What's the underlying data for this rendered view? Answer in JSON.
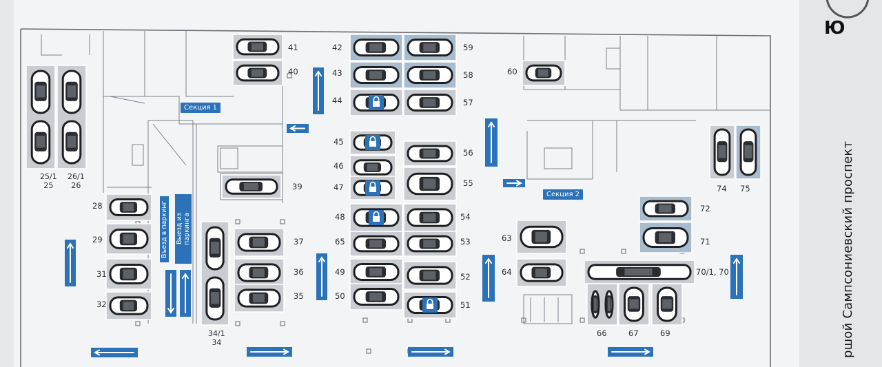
{
  "compass_label": "Ю",
  "street_label": "ршой Сампсониевский проспект",
  "sections": [
    {
      "id": "s1",
      "label": "Секция 1"
    },
    {
      "id": "s2",
      "label": "Секция 2"
    }
  ],
  "exit_sign": "Выезд из паркинга",
  "entry_sign": "Въезд в паркинг",
  "colors": {
    "accent": "#2c72b8",
    "slot_gray": "#c9ccd1",
    "slot_blue": "#a9bccd",
    "wall": "#6b6f75"
  },
  "spots": [
    {
      "label": "41",
      "locked": false
    },
    {
      "label": "40",
      "locked": false
    },
    {
      "label": "42",
      "locked": false
    },
    {
      "label": "43",
      "locked": false
    },
    {
      "label": "44",
      "locked": true
    },
    {
      "label": "59",
      "locked": false
    },
    {
      "label": "58",
      "locked": false
    },
    {
      "label": "57",
      "locked": false
    },
    {
      "label": "60",
      "locked": false
    },
    {
      "label": "25/1\n25",
      "locked": false
    },
    {
      "label": "26/1\n26",
      "locked": false
    },
    {
      "label": "45",
      "locked": true
    },
    {
      "label": "46",
      "locked": false
    },
    {
      "label": "47",
      "locked": true
    },
    {
      "label": "56",
      "locked": false
    },
    {
      "label": "55",
      "locked": false
    },
    {
      "label": "39",
      "locked": false
    },
    {
      "label": "74",
      "locked": false
    },
    {
      "label": "75",
      "locked": false
    },
    {
      "label": "72",
      "locked": false
    },
    {
      "label": "71",
      "locked": false
    },
    {
      "label": "28",
      "locked": false
    },
    {
      "label": "29",
      "locked": false
    },
    {
      "label": "31",
      "locked": false
    },
    {
      "label": "32",
      "locked": false
    },
    {
      "label": "37",
      "locked": false
    },
    {
      "label": "36",
      "locked": false
    },
    {
      "label": "35",
      "locked": false
    },
    {
      "label": "34/1\n34",
      "locked": false
    },
    {
      "label": "48",
      "locked": true
    },
    {
      "label": "65",
      "locked": false
    },
    {
      "label": "49",
      "locked": false
    },
    {
      "label": "50",
      "locked": false
    },
    {
      "label": "54",
      "locked": false
    },
    {
      "label": "53",
      "locked": false
    },
    {
      "label": "52",
      "locked": false
    },
    {
      "label": "51",
      "locked": true
    },
    {
      "label": "63",
      "locked": false
    },
    {
      "label": "64",
      "locked": false
    },
    {
      "label": "70/1, 70",
      "locked": false
    },
    {
      "label": "66",
      "locked": false
    },
    {
      "label": "67",
      "locked": false
    },
    {
      "label": "69",
      "locked": false
    }
  ]
}
